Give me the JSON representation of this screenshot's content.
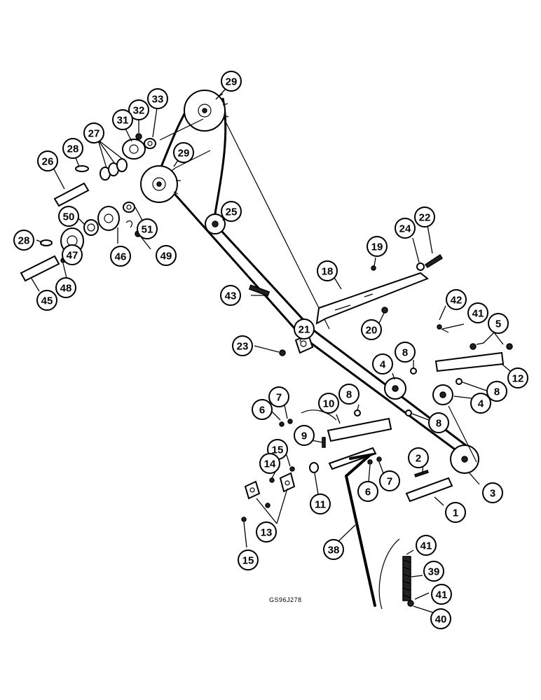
{
  "figure_code": "GS96J278",
  "callouts": [
    {
      "label": "29"
    },
    {
      "label": "33"
    },
    {
      "label": "32"
    },
    {
      "label": "31"
    },
    {
      "label": "27"
    },
    {
      "label": "28"
    },
    {
      "label": "26"
    },
    {
      "label": "29"
    },
    {
      "label": "25"
    },
    {
      "label": "50"
    },
    {
      "label": "51"
    },
    {
      "label": "28"
    },
    {
      "label": "47"
    },
    {
      "label": "46"
    },
    {
      "label": "49"
    },
    {
      "label": "48"
    },
    {
      "label": "45"
    },
    {
      "label": "22"
    },
    {
      "label": "24"
    },
    {
      "label": "19"
    },
    {
      "label": "18"
    },
    {
      "label": "43"
    },
    {
      "label": "20"
    },
    {
      "label": "42"
    },
    {
      "label": "41"
    },
    {
      "label": "5"
    },
    {
      "label": "21"
    },
    {
      "label": "23"
    },
    {
      "label": "8"
    },
    {
      "label": "4"
    },
    {
      "label": "12"
    },
    {
      "label": "8"
    },
    {
      "label": "4"
    },
    {
      "label": "8"
    },
    {
      "label": "10"
    },
    {
      "label": "7"
    },
    {
      "label": "6"
    },
    {
      "label": "8"
    },
    {
      "label": "9"
    },
    {
      "label": "15"
    },
    {
      "label": "14"
    },
    {
      "label": "2"
    },
    {
      "label": "6"
    },
    {
      "label": "7"
    },
    {
      "label": "11"
    },
    {
      "label": "3"
    },
    {
      "label": "1"
    },
    {
      "label": "13"
    },
    {
      "label": "15"
    },
    {
      "label": "38"
    },
    {
      "label": "41"
    },
    {
      "label": "39"
    },
    {
      "label": "41"
    },
    {
      "label": "40"
    }
  ]
}
